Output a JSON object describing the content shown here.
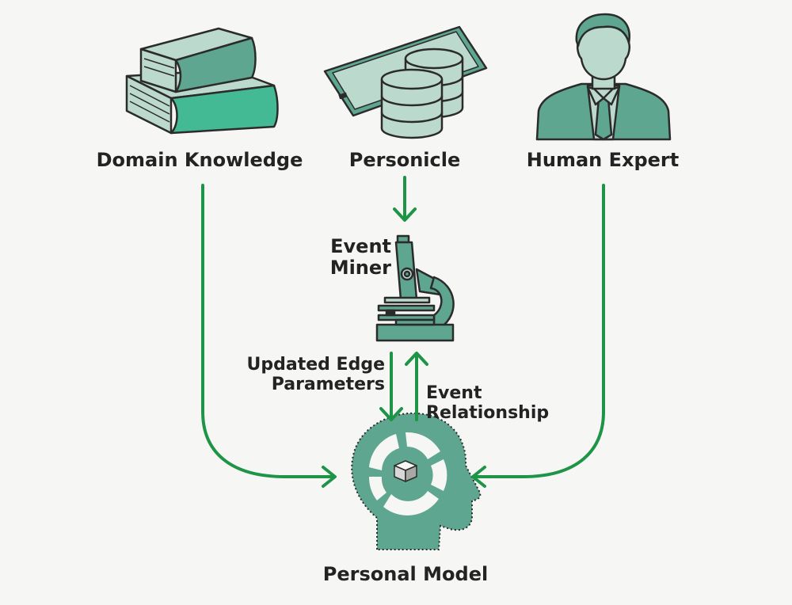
{
  "nodes": {
    "domain_knowledge": "Domain Knowledge",
    "personicle": "Personicle",
    "human_expert": "Human Expert",
    "event_miner_line1": "Event",
    "event_miner_line2": "Miner",
    "personal_model": "Personal Model"
  },
  "edges": {
    "updated_edge_line1": "Updated Edge",
    "updated_edge_line2": "Parameters",
    "event_rel_line1": "Event",
    "event_rel_line2": "Relationship"
  },
  "colors": {
    "arrow": "#1e9447",
    "icon_main": "#5ea690",
    "icon_light": "#bcd9ce",
    "icon_accent": "#43b994",
    "outline": "#2b2b2b",
    "background": "#f6f6f4"
  }
}
